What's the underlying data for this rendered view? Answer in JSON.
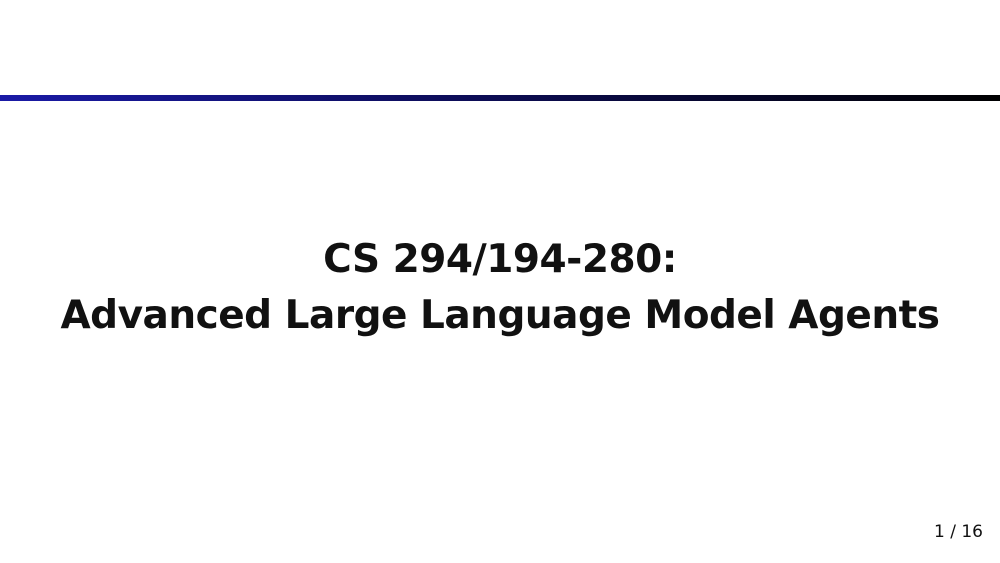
{
  "slide": {
    "title_line_1": "CS 294/194-280:",
    "title_line_2": "Advanced Large Language Model Agents",
    "page_number": "1 / 16"
  },
  "colors": {
    "rule_start": "#1a1aa6",
    "rule_end": "#000000",
    "text": "#111111",
    "background": "#ffffff"
  }
}
